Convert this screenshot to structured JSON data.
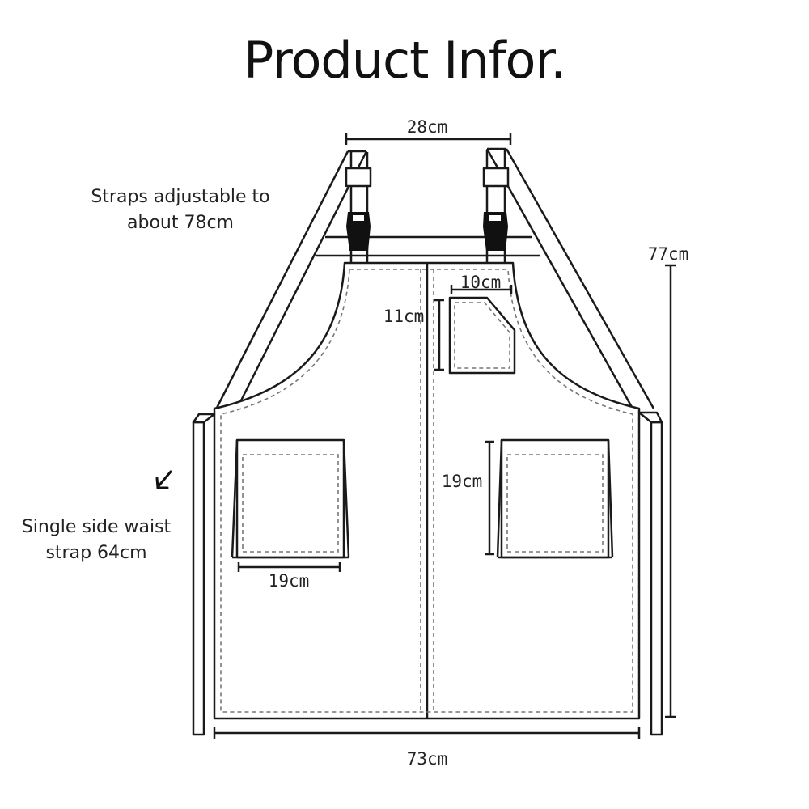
{
  "title": "Product Infor.",
  "notes": {
    "straps_line1": "Straps adjustable to",
    "straps_line2": "about 78cm",
    "waist_line1": "Single side waist",
    "waist_line2": "strap 64cm"
  },
  "dimensions": {
    "top_width": "28cm",
    "total_length": "77cm",
    "chest_pocket_width": "10cm",
    "chest_pocket_height": "11cm",
    "lower_pocket_height": "19cm",
    "lower_pocket_width": "19cm",
    "bottom_width": "73cm"
  },
  "colors": {
    "line": "#1a1a1a",
    "stitch": "#777777",
    "buckle": "#111111"
  },
  "icons": {
    "pointer": "arrow-down-left-icon"
  }
}
